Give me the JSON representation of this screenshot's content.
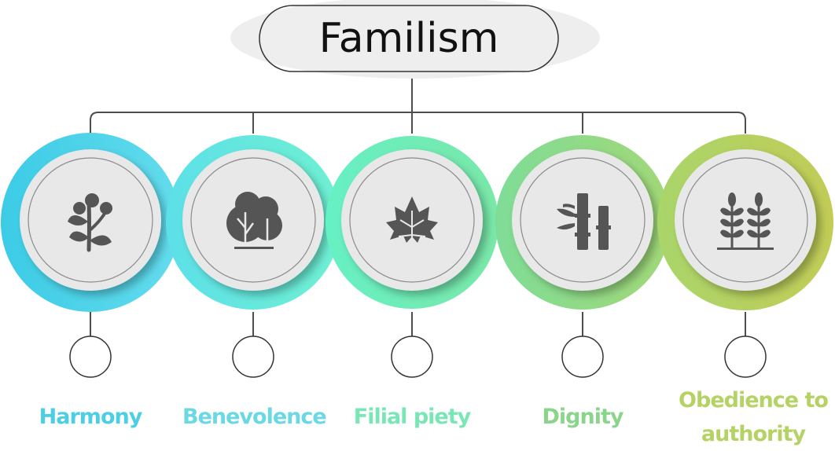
{
  "title": "Familism",
  "items": [
    {
      "label": "Harmony",
      "icon": "berry-branch-icon",
      "color": "#4ccfe4",
      "grad": [
        "#3ccbe6",
        "#63dced"
      ]
    },
    {
      "label": "Benevolence",
      "icon": "tree-icon",
      "color": "#6ad9e3",
      "grad": [
        "#5ce0e8",
        "#6ff0d2"
      ]
    },
    {
      "label": "Filial piety",
      "icon": "maple-leaf-icon",
      "color": "#79e6b6",
      "grad": [
        "#66f0c4",
        "#7ae8a8"
      ]
    },
    {
      "label": "Dignity",
      "icon": "bamboo-icon",
      "color": "#8bd48c",
      "grad": [
        "#7fdc97",
        "#a2d877"
      ]
    },
    {
      "label": "Obedience to authority",
      "label_lines": [
        "Obedience to",
        "authority"
      ],
      "icon": "wheat-icon",
      "color": "#b5d264",
      "grad": [
        "#a9d56a",
        "#c2cc56"
      ]
    }
  ],
  "colors": {
    "connector": "#4d4d4d",
    "icon": "#555555",
    "inner_ring": "#e8e8e8",
    "title_bg": "#eeeeee"
  }
}
